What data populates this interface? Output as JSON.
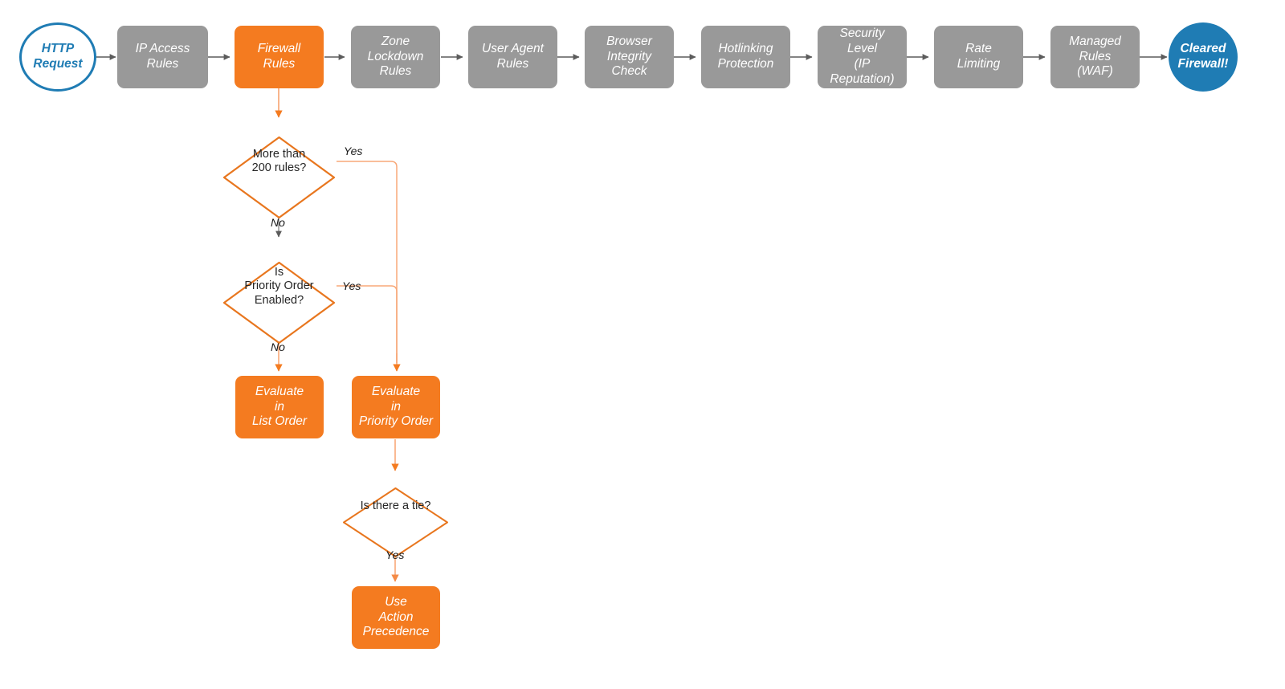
{
  "diagram": {
    "title": "Cloudflare Firewall Rules Evaluation Flow",
    "colors": {
      "gray_fill": "#999999",
      "orange_fill": "#f47b20",
      "orange_stroke": "#e8761e",
      "blue": "#1f7cb4",
      "arrow_gray": "#5c5c5c",
      "arrow_orange": "#f8a878",
      "text_dark": "#262626",
      "background": "#ffffff"
    },
    "pipeline": [
      {
        "id": "http-request",
        "label": "HTTP\nRequest",
        "shape": "circle-outline"
      },
      {
        "id": "ip-access-rules",
        "label": "IP Access\nRules",
        "shape": "box-gray"
      },
      {
        "id": "firewall-rules",
        "label": "Firewall\nRules",
        "shape": "box-orange"
      },
      {
        "id": "zone-lockdown-rules",
        "label": "Zone\nLockdown\nRules",
        "shape": "box-gray"
      },
      {
        "id": "user-agent-rules",
        "label": "User Agent\nRules",
        "shape": "box-gray"
      },
      {
        "id": "browser-integrity",
        "label": "Browser\nIntegrity\nCheck",
        "shape": "box-gray"
      },
      {
        "id": "hotlinking",
        "label": "Hotlinking\nProtection",
        "shape": "box-gray"
      },
      {
        "id": "security-level",
        "label": "Security\nLevel\n(IP Reputation)",
        "shape": "box-gray"
      },
      {
        "id": "rate-limiting",
        "label": "Rate\nLimiting",
        "shape": "box-gray"
      },
      {
        "id": "managed-rules",
        "label": "Managed\nRules\n(WAF)",
        "shape": "box-gray"
      },
      {
        "id": "cleared-firewall",
        "label": "Cleared\nFirewall!",
        "shape": "circle-filled"
      }
    ],
    "decisions": [
      {
        "id": "more-than-200-rules",
        "label": "More than\n200 rules?"
      },
      {
        "id": "priority-order-enabled",
        "label": "Is\nPriority Order\nEnabled?"
      },
      {
        "id": "is-there-a-tie",
        "label": "Is there a tie?"
      }
    ],
    "outcomes": [
      {
        "id": "evaluate-list-order",
        "label": "Evaluate\nin\nList Order"
      },
      {
        "id": "evaluate-priority-order",
        "label": "Evaluate\nin\nPriority Order"
      },
      {
        "id": "use-action-precedence",
        "label": "Use\nAction\nPrecedence"
      }
    ],
    "edge_labels": {
      "yes_more_than_200": "Yes",
      "no_more_than_200": "No",
      "yes_priority_enabled": "Yes",
      "no_priority_enabled": "No",
      "yes_tie": "Yes"
    }
  }
}
